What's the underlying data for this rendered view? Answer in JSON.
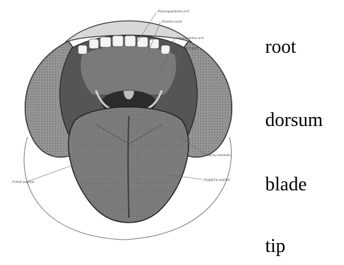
{
  "illustration": {
    "labels": {
      "palatopharyngeal_arch": "Pharyngopalatine arch",
      "palatine_tonsil": "Palatine tonsil",
      "glossopalatine_arch": "Glossopalatine arch",
      "buccinator": "Buccinator",
      "foliate_papillae": "Foliate papillae",
      "sulcus_terminalis": "Sulcus terminalis",
      "fungiform_papillae": "Fungiform papillae"
    }
  },
  "terms": {
    "root": "root",
    "dorsum": "dorsum",
    "blade": "blade",
    "tip": "tip"
  }
}
